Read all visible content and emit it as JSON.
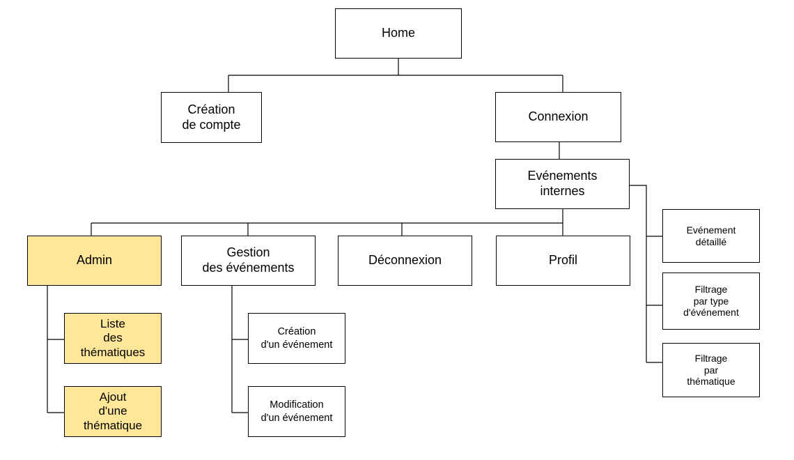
{
  "colors": {
    "line": "#000000",
    "box_border": "#000000",
    "box_fill": "#ffffff",
    "admin_fill": "#ffe699"
  },
  "nodes": {
    "home": "Home",
    "creation_compte": "Création\nde compte",
    "connexion": "Connexion",
    "evenements_internes": "Evénements\ninternes",
    "admin": "Admin",
    "gestion": "Gestion\ndes événements",
    "deconnexion": "Déconnexion",
    "profil": "Profil",
    "liste_thematiques": "Liste\ndes\nthématiques",
    "ajout_thematique": "Ajout\nd'une\nthématique",
    "creation_evenement": "Création\nd'un événement",
    "modification_evenement": "Modification\nd'un événement",
    "evenement_detaille": "Evénement\ndétaillé",
    "filtrage_type": "Filtrage\npar type\nd'événement",
    "filtrage_thematique": "Filtrage\npar\nthématique"
  }
}
